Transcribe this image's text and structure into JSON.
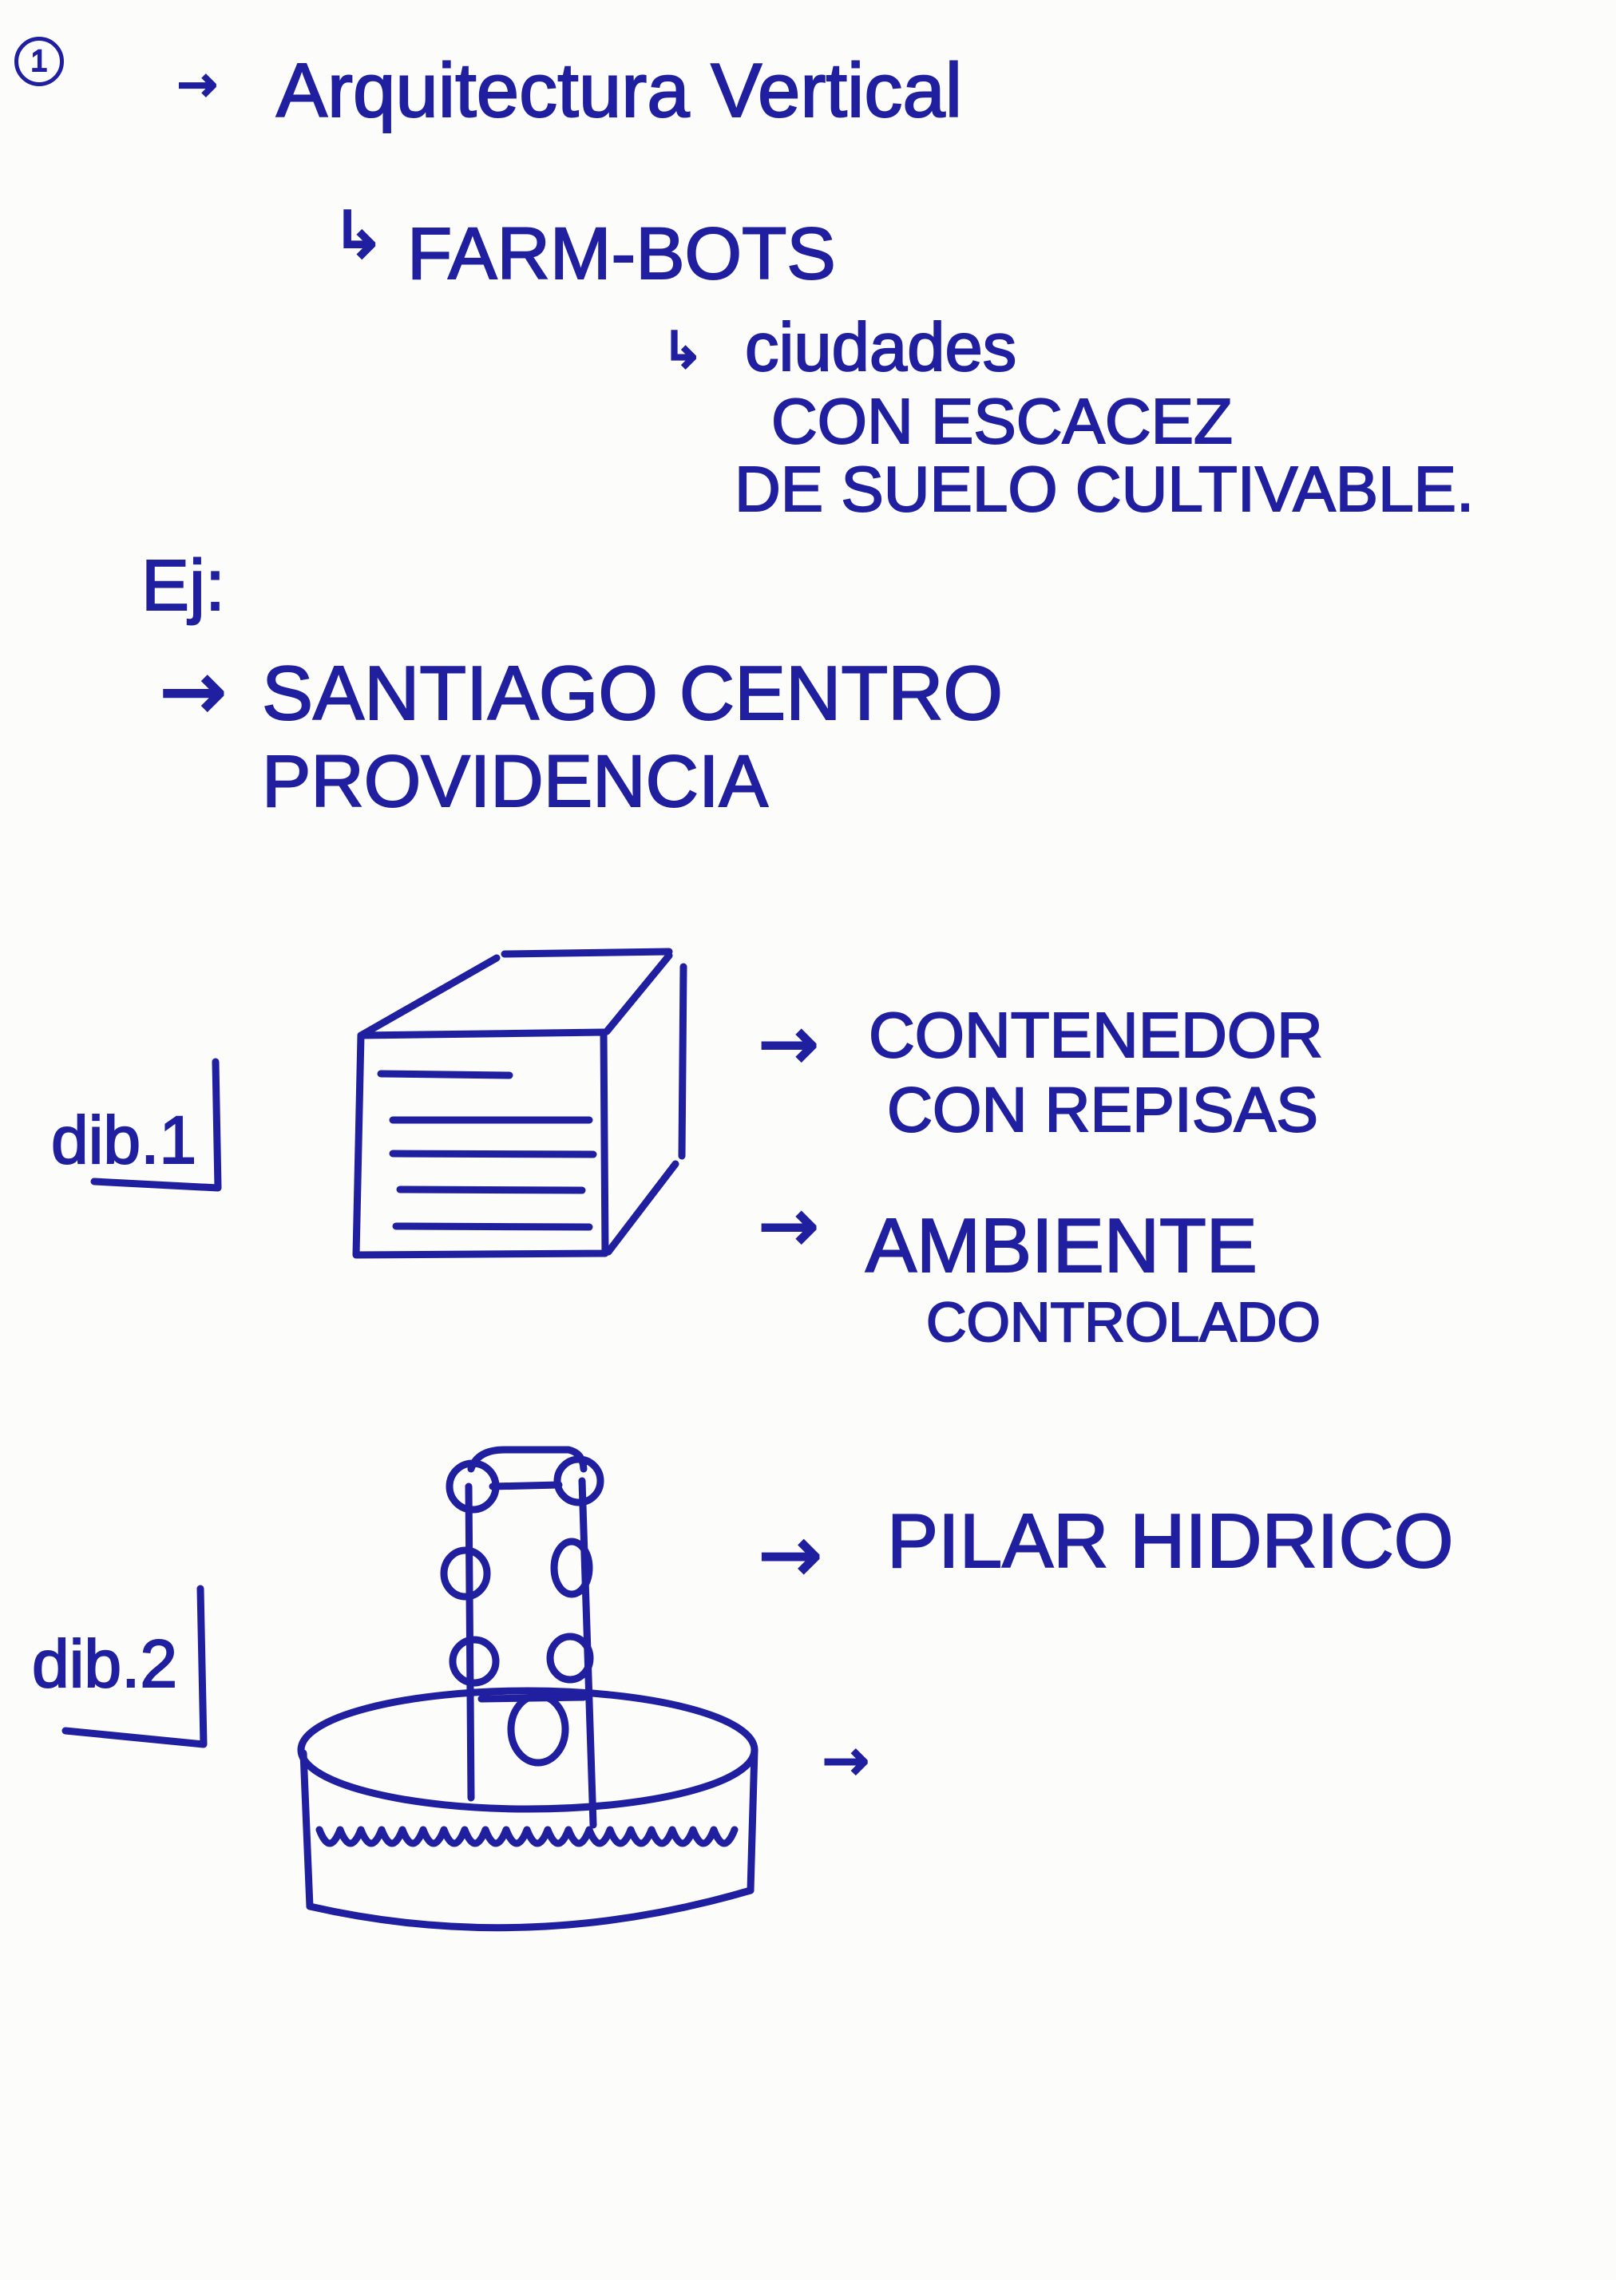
{
  "page": {
    "ink_color": "#1f1f9f",
    "paper_color": "#fcfcfa"
  },
  "header": {
    "item_number": "1"
  },
  "topic": {
    "arrow": "→",
    "title": "Arquitectura Vertical",
    "branch_1": {
      "arrow": "↳",
      "text": "FARM-BOTS"
    },
    "branch_2": {
      "arrow": "↳",
      "lines": [
        "ciudades",
        "CON ESCACEZ",
        "DE SUELO CULTIVABLE."
      ]
    }
  },
  "examples": {
    "label": "Ej:",
    "arrow": "→",
    "items": [
      "SANTIAGO CENTRO",
      "PROVIDENCIA"
    ]
  },
  "drawing_1": {
    "label": "dib.1",
    "sketch": "shelved-container-sketch",
    "notes": [
      {
        "arrow": "→",
        "lines": [
          "CONTENEDOR",
          "CON REPISAS"
        ]
      },
      {
        "arrow": "→",
        "lines": [
          "AMBIENTE",
          "CONTROLADO"
        ]
      }
    ]
  },
  "drawing_2": {
    "label": "dib.2",
    "sketch": "water-pillar-tank-sketch",
    "notes": [
      {
        "arrow": "→",
        "lines": [
          "PILAR HIDRICO"
        ]
      },
      {
        "arrow": "→",
        "lines": []
      }
    ]
  }
}
